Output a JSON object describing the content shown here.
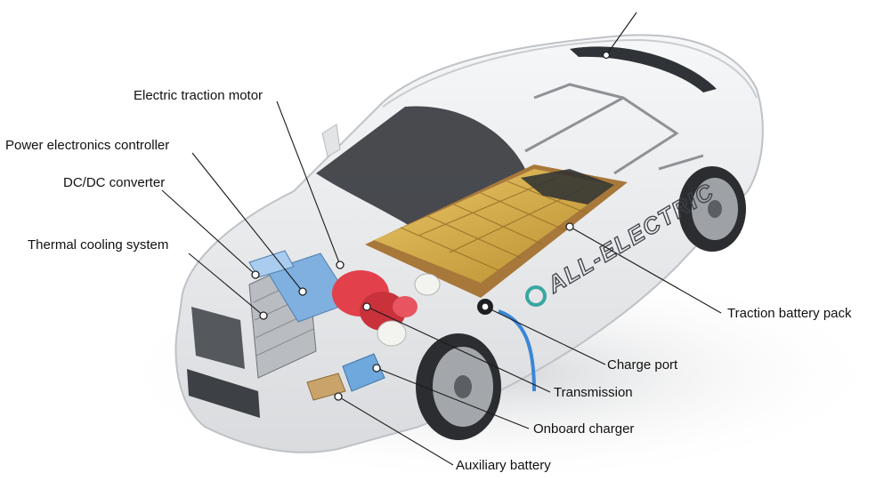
{
  "diagram": {
    "vehicle_badge": "ALL-ELECTRIC",
    "components": [
      {
        "id": "electric-traction-motor",
        "label": "Electric traction motor"
      },
      {
        "id": "power-electronics-controller",
        "label": "Power electronics controller"
      },
      {
        "id": "dc-dc-converter",
        "label": "DC/DC converter"
      },
      {
        "id": "thermal-cooling-system",
        "label": "Thermal cooling system"
      },
      {
        "id": "traction-battery-pack",
        "label": "Traction battery pack"
      },
      {
        "id": "charge-port",
        "label": "Charge port"
      },
      {
        "id": "transmission",
        "label": "Transmission"
      },
      {
        "id": "onboard-charger",
        "label": "Onboard charger"
      },
      {
        "id": "auxiliary-battery",
        "label": "Auxiliary battery"
      }
    ],
    "colors": {
      "background": "#ffffff",
      "car_body": "#e9eaec",
      "battery_cells": "#d6ad4a",
      "motor": "#e2404a",
      "power_electronics": "#7fb0e0",
      "charge_cable": "#3b86d6",
      "label_text": "#111111",
      "leader_line": "#1a1a1a"
    }
  }
}
